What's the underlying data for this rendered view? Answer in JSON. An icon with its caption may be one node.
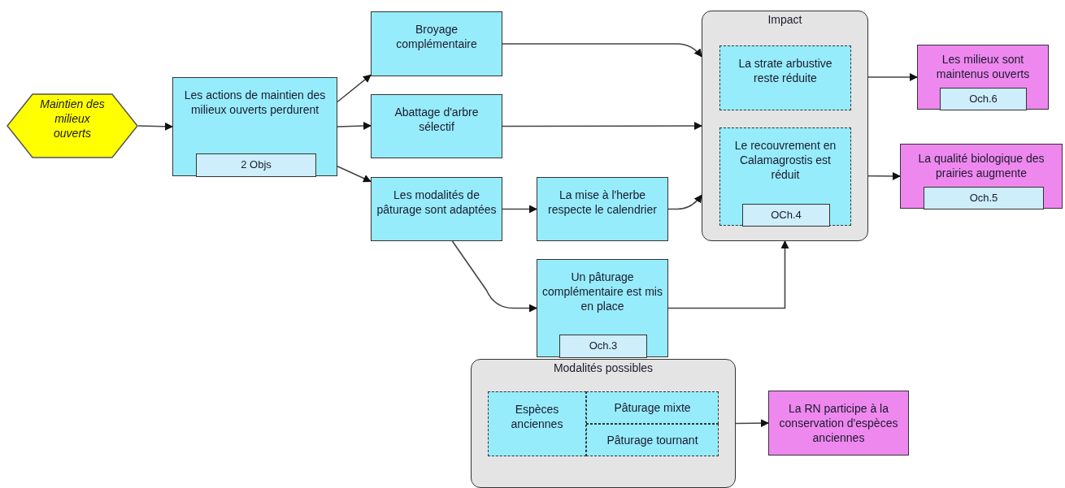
{
  "diagram": {
    "nodes": [
      {
        "text": [
          "Maintien des milieux ouverts"
        ]
      },
      {
        "text": [
          "Les actions de maintien des milieux ouverts perdurent"
        ]
      },
      {
        "text": [
          "2 Objs"
        ],
        "in": 1
      },
      {
        "text": [
          "Broyage complémentaire"
        ]
      },
      {
        "text": [
          "Abattage d'arbre sélectif"
        ]
      },
      {
        "text": [
          "Les modalités de pâturage sont adaptées"
        ]
      },
      {
        "text": [
          "La mise à l'herbe respecte le calendrier"
        ]
      },
      {
        "text": [
          "Un pâturage complémentaire est mis en place"
        ]
      },
      {
        "text": [
          "Och.3"
        ],
        "in": 7
      },
      {
        "text": [
          "Impact"
        ]
      },
      {
        "text": [
          "La strate arbustive reste réduite"
        ],
        "in": 9
      },
      {
        "text": [
          "Le recouvrement en Calamagrostis est réduit"
        ],
        "in": 9
      },
      {
        "text": [
          "OCh.4"
        ],
        "in": 11
      },
      {
        "text": [
          "Les milieux sont maintenus ouverts"
        ]
      },
      {
        "text": [
          "Och.6"
        ],
        "in": 13
      },
      {
        "text": [
          "La qualité biologique des prairies augmente"
        ]
      },
      {
        "text": [
          "Och.5"
        ],
        "in": 15
      },
      {
        "text": [
          "Modalités possibles"
        ]
      },
      {
        "text": [
          "Espèces anciennes"
        ],
        "in": 17
      },
      {
        "text": [
          "Pâturage mixte"
        ],
        "in": 17
      },
      {
        "text": [
          "Pâturage tournant"
        ],
        "in": 17
      },
      {
        "text": [
          "La RN participe à la conservation d'espèces anciennes"
        ]
      }
    ],
    "edges": [
      {
        "from": 0,
        "to": 1,
        "arrow": "to"
      },
      {
        "from": 1,
        "to": 3,
        "arrow": "to"
      },
      {
        "from": 1,
        "to": 4,
        "arrow": "to"
      },
      {
        "from": 1,
        "to": 5,
        "arrow": "to"
      },
      {
        "from": 3,
        "to": 9,
        "arrow": "to"
      },
      {
        "from": 4,
        "to": 9,
        "arrow": "to"
      },
      {
        "from": 5,
        "to": 6,
        "arrow": "to"
      },
      {
        "from": 6,
        "to": 9,
        "arrow": "to"
      },
      {
        "from": 5,
        "to": 7,
        "arrow": "to"
      },
      {
        "from": 7,
        "to": 9,
        "arrow": "to"
      },
      {
        "from": 10,
        "to": 13,
        "arrow": "to"
      },
      {
        "from": 11,
        "to": 15,
        "arrow": "to"
      },
      {
        "from": 17,
        "to": 21,
        "arrow": "to"
      }
    ]
  }
}
